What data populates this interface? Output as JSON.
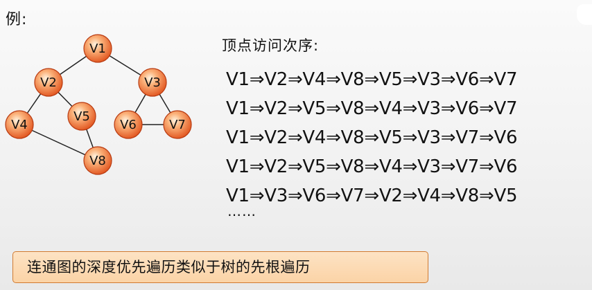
{
  "example_label": "例:",
  "graph": {
    "nodes": [
      "V1",
      "V2",
      "V3",
      "V4",
      "V5",
      "V6",
      "V7",
      "V8"
    ],
    "edges": [
      [
        "V1",
        "V2"
      ],
      [
        "V1",
        "V3"
      ],
      [
        "V2",
        "V4"
      ],
      [
        "V2",
        "V5"
      ],
      [
        "V3",
        "V6"
      ],
      [
        "V3",
        "V7"
      ],
      [
        "V6",
        "V7"
      ],
      [
        "V4",
        "V8"
      ],
      [
        "V5",
        "V8"
      ]
    ]
  },
  "sequence_title": "顶点访问次序:",
  "sequences": [
    "V1⇒V2⇒V4⇒V8⇒V5⇒V3⇒V6⇒V7",
    "V1⇒V2⇒V5⇒V8⇒V4⇒V3⇒V6⇒V7",
    "V1⇒V2⇒V4⇒V8⇒V5⇒V3⇒V7⇒V6",
    "V1⇒V2⇒V5⇒V8⇒V4⇒V3⇒V7⇒V6",
    "V1⇒V3⇒V6⇒V7⇒V2⇒V4⇒V8⇒V5"
  ],
  "ellipsis": "……",
  "conclusion": "连通图的深度优先遍历类似于树的先根遍历",
  "colors": {
    "node_fill": "#ea5a18",
    "node_stroke": "#b83a10",
    "box_fill": "#fbd3a6",
    "box_border": "#d07a30"
  }
}
